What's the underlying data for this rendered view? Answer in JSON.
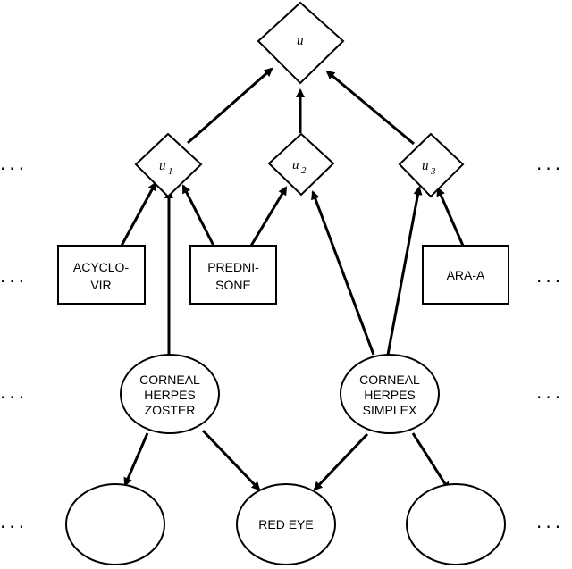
{
  "utilities": {
    "main": {
      "symbol": "u",
      "subscript": ""
    },
    "u1": {
      "symbol": "u",
      "subscript": "1"
    },
    "u2": {
      "symbol": "u",
      "subscript": "2"
    },
    "u3": {
      "symbol": "u",
      "subscript": "3"
    }
  },
  "decisions": {
    "acyclovir": {
      "line1": "ACYCLO-",
      "line2": "VIR"
    },
    "prednisone": {
      "line1": "PREDNI-",
      "line2": "SONE"
    },
    "ara_a": {
      "line1": "ARA-A",
      "line2": ""
    }
  },
  "chance": {
    "zoster": {
      "line1": "CORNEAL",
      "line2": "HERPES",
      "line3": "ZOSTER"
    },
    "simplex": {
      "line1": "CORNEAL",
      "line2": "HERPES",
      "line3": "SIMPLEX"
    },
    "red_eye": {
      "label": "RED EYE"
    },
    "blank_left": {
      "label": ""
    },
    "blank_right": {
      "label": ""
    }
  },
  "ellipsis": "..."
}
